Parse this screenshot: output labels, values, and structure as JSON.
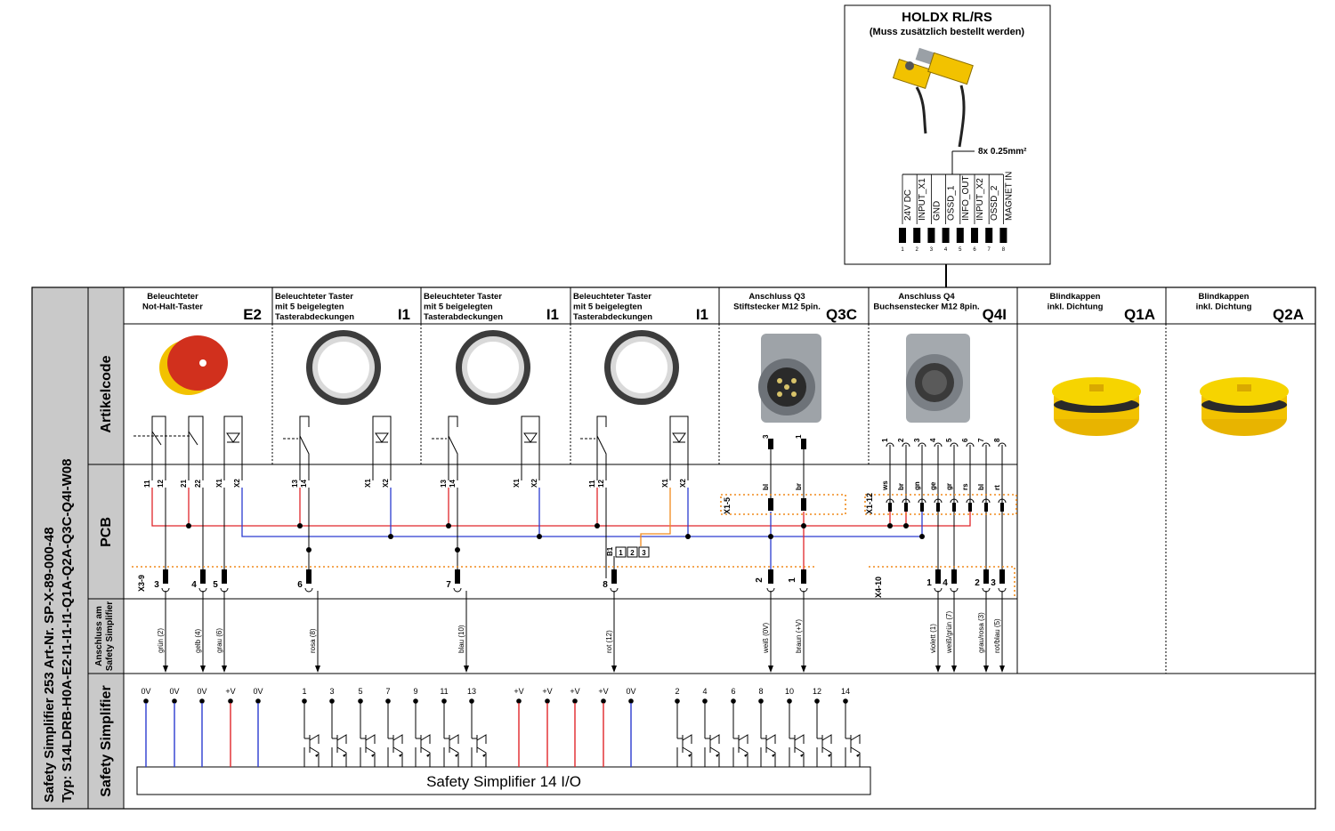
{
  "holdx": {
    "title": "HOLDX RL/RS",
    "subtitle": "(Muss zusätzlich bestellt werden)",
    "cable": "8x 0.25mm²",
    "pins": [
      "24V DC",
      "INPUT_X1",
      "GND",
      "OSSD_1",
      "INFO_OUT",
      "INPUT_X2",
      "OSSD_2",
      "MAGNET IN"
    ],
    "pin_numbers": [
      "1",
      "2",
      "3",
      "4",
      "5",
      "6",
      "7",
      "8"
    ]
  },
  "sidebar": {
    "line1": "Safety Simplifier  253 Art-Nr. SP-X-89-000-48",
    "line2": "Typ: S14LDRB-H0A-E2-I1-I1-I1-Q1A-Q2A-Q3C-Q4I-W08"
  },
  "rows": {
    "artikelcode": "Artikelcode",
    "pcb": "PCB",
    "anschluss_1": "Anschluss am",
    "anschluss_2": "Safety Simplifier",
    "safety": "Safety Simplifier"
  },
  "columns": [
    {
      "desc": [
        "Beleuchteter",
        "Not-Halt-Taster"
      ],
      "code": "E2"
    },
    {
      "desc": [
        "Beleuchteter Taster",
        "mit 5 beigelegten",
        "Tasterabdeckungen"
      ],
      "code": "I1"
    },
    {
      "desc": [
        "Beleuchteter Taster",
        "mit 5 beigelegten",
        "Tasterabdeckungen"
      ],
      "code": "I1"
    },
    {
      "desc": [
        "Beleuchteter Taster",
        "mit 5 beigelegten",
        "Tasterabdeckungen"
      ],
      "code": "I1"
    },
    {
      "desc": [
        "Anschluss Q3",
        "Stiftstecker M12 5pin."
      ],
      "code": "Q3C"
    },
    {
      "desc": [
        "Anschluss Q4",
        "Buchsenstecker M12 8pin."
      ],
      "code": "Q4I"
    },
    {
      "desc": [
        "Blindkappen",
        "inkl. Dichtung"
      ],
      "code": "Q1A"
    },
    {
      "desc": [
        "Blindkappen",
        "inkl. Dichtung"
      ],
      "code": "Q2A"
    }
  ],
  "terminals": {
    "e2": [
      "11",
      "12",
      "21",
      "22",
      "X1",
      "X2"
    ],
    "i1": [
      "13",
      "14",
      "X1",
      "X2"
    ],
    "i1c": [
      "11",
      "12",
      "X1",
      "X2"
    ],
    "q3_pins": [
      "3",
      "1"
    ],
    "q3_colors": [
      "bl",
      "br"
    ],
    "q4_pins": [
      "1",
      "2",
      "3",
      "4",
      "5",
      "6",
      "7",
      "8"
    ],
    "q4_colors": [
      "ws",
      "br",
      "gn",
      "ge",
      "gr",
      "rs",
      "bl",
      "rt"
    ]
  },
  "connectors": {
    "x1_5": "X1-5",
    "x1_12": "X1-12",
    "x3_9": "X3-9",
    "x4_10": "X4-10",
    "b1": [
      "B1",
      "1",
      "2",
      "3"
    ],
    "x3_pins": [
      "3",
      "4",
      "5",
      "6",
      "7",
      "8"
    ],
    "q3_lower": [
      "2",
      "1"
    ],
    "x4_pins": [
      "1",
      "4",
      "2",
      "3"
    ]
  },
  "wires": [
    "grün (2)",
    "gelb (4)",
    "grau (6)",
    "rosa (8)",
    "blau (10)",
    "rot (12)",
    "weiß (0V)",
    "braun (+V)",
    "violett (1)",
    "weiß/grün (7)",
    "grau/rosa (3)",
    "rot/blau (5)"
  ],
  "simplifier": {
    "supply_left": [
      "0V",
      "0V",
      "0V",
      "+V",
      "0V"
    ],
    "odd": [
      "1",
      "3",
      "5",
      "7",
      "9",
      "11",
      "13"
    ],
    "supply_mid": [
      "+V",
      "+V",
      "+V",
      "+V",
      "0V"
    ],
    "even": [
      "2",
      "4",
      "6",
      "8",
      "10",
      "12",
      "14"
    ],
    "box_label": "Safety Simplifier 14 I/O"
  },
  "colors": {
    "red": "#e0262b",
    "blue": "#2b3bd0",
    "orange": "#f08a1c",
    "yellow": "#f2c200",
    "grey": "#c9c9c9"
  }
}
